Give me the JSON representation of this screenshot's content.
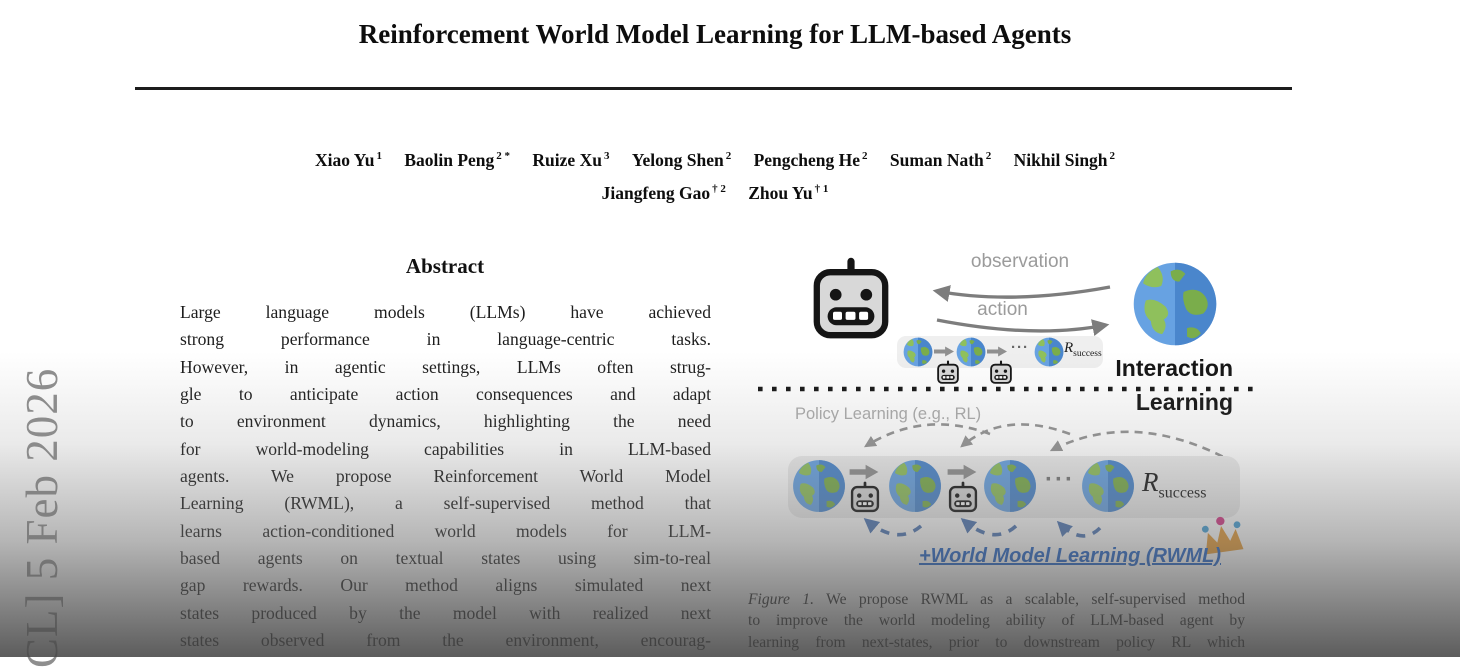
{
  "banner": {
    "text": "CL] 5 Feb 2026"
  },
  "header": {
    "title": "Reinforcement World Model Learning for LLM-based Agents",
    "authors_line1": [
      {
        "name": "Xiao Yu",
        "sup": "1"
      },
      {
        "name": "Baolin Peng",
        "sup": "2 *"
      },
      {
        "name": "Ruize Xu",
        "sup": "3"
      },
      {
        "name": "Yelong Shen",
        "sup": "2"
      },
      {
        "name": "Pengcheng He",
        "sup": "2"
      },
      {
        "name": "Suman Nath",
        "sup": "2"
      },
      {
        "name": "Nikhil Singh",
        "sup": "2"
      }
    ],
    "authors_line2": [
      {
        "name": "Jiangfeng Gao",
        "sup": "† 2"
      },
      {
        "name": "Zhou Yu",
        "sup": "† 1"
      }
    ]
  },
  "abstract": {
    "heading": "Abstract",
    "lines": [
      "Large language models (LLMs) have achieved",
      "strong performance in language-centric tasks.",
      "However, in agentic settings, LLMs often strug-",
      "gle to anticipate action consequences and adapt",
      "to environment dynamics, highlighting the need",
      "for world-modeling capabilities in LLM-based",
      "agents. We propose Reinforcement World Model",
      "Learning (RWML), a self-supervised method that",
      "learns action-conditioned world models for LLM-",
      "based agents on textual states using sim-to-real",
      "gap rewards. Our method aligns simulated next",
      "states produced by the model with realized next",
      "states observed from the environment, encourag-"
    ]
  },
  "figure": {
    "labels": {
      "observation": "observation",
      "action": "action",
      "interaction_line1": "Interaction",
      "interaction_line2": "Learning",
      "policy_learning": "Policy Learning (e.g., RL)",
      "reward_symbol": "R",
      "reward_subscript": "success",
      "world_model": "+World Model Learning (RWML)",
      "ellipsis": "···"
    },
    "caption": {
      "line1_prefix": "Figure 1.",
      "line1_text": "We propose RWML as a scalable, self-supervised method",
      "line2": "to improve the world modeling ability of LLM-based agent by",
      "line3": "learning from next-states, prior to downstream policy RL which"
    }
  },
  "colors": {
    "earth_blue_left": "#67a2e2",
    "earth_blue_right": "#4a86cc",
    "earth_green_left": "#8fc05c",
    "earth_green_right": "#7aad4b",
    "robot_fill": "#d8d8d8",
    "accent_blue": "#1a5fc8",
    "arrow_gray": "#7d7d7d",
    "band_gray": "#ececec",
    "banner_gray": "#8e8e8e"
  }
}
